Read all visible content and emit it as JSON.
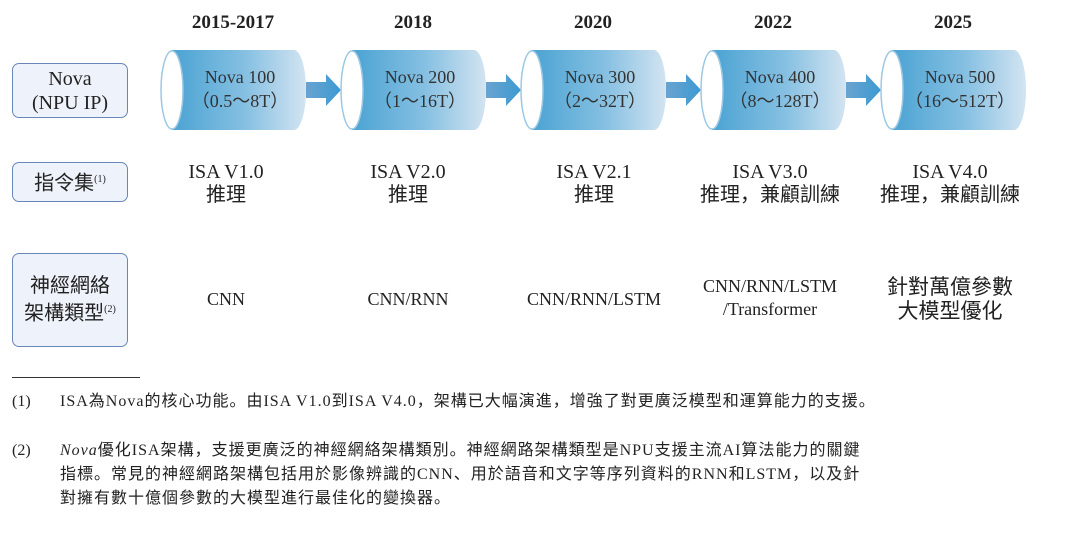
{
  "years": [
    "2015-2017",
    "2018",
    "2020",
    "2022",
    "2025"
  ],
  "row_labels": {
    "nova": [
      "Nova",
      "(NPU IP)"
    ],
    "isa": "指令集",
    "isa_note": "(1)",
    "arch": [
      "神經網絡",
      "架構類型"
    ],
    "arch_note": "(2)"
  },
  "products": [
    {
      "name": "Nova 100",
      "range": "（0.5～8T）"
    },
    {
      "name": "Nova 200",
      "range": "（1～16T）"
    },
    {
      "name": "Nova 300",
      "range": "（2～32T）"
    },
    {
      "name": "Nova 400",
      "range": "（8～128T）"
    },
    {
      "name": "Nova 500",
      "range": "（16～512T）"
    }
  ],
  "isa": [
    {
      "version": "ISA V1.0",
      "use": "推理"
    },
    {
      "version": "ISA V2.0",
      "use": "推理"
    },
    {
      "version": "ISA V2.1",
      "use": "推理"
    },
    {
      "version": "ISA V3.0",
      "use": "推理，兼顧訓練"
    },
    {
      "version": "ISA V4.0",
      "use": "推理，兼顧訓練"
    }
  ],
  "arch": [
    [
      "CNN"
    ],
    [
      "CNN/RNN"
    ],
    [
      "CNN/RNN/LSTM"
    ],
    [
      "CNN/RNN/LSTM",
      "/Transformer"
    ],
    [
      "針對萬億參數",
      "大模型優化"
    ]
  ],
  "footnotes": [
    {
      "num": "(1)",
      "lines": [
        "ISA為Nova的核心功能。由ISA V1.0到ISA V4.0，架構已大幅演進，增強了對更廣泛模型和運算能力的支援。"
      ]
    },
    {
      "num": "(2)",
      "italic": "Nova",
      "lines": [
        "優化ISA架構，支援更廣泛的神經網絡架構類別。神經網路架構類型是NPU支援主流AI算法能力的關鍵",
        "指標。常見的神經網路架構包括用於影像辨識的CNN、用於語音和文字等序列資料的RNN和LSTM，以及針",
        "對擁有數十億個參數的大模型進行最佳化的變換器。"
      ]
    }
  ],
  "colors": {
    "cylinder": "#4ba3d3",
    "label_border": "#6a86b8"
  }
}
